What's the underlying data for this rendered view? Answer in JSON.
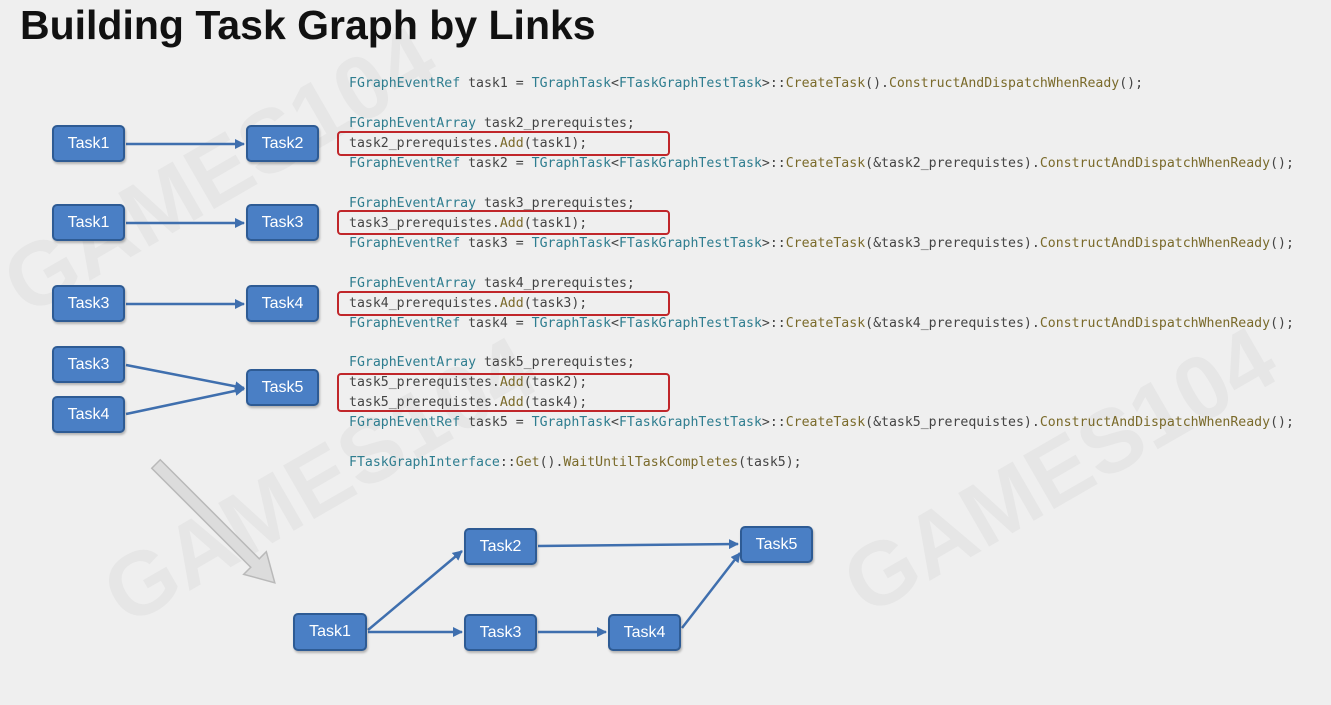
{
  "title": "Building Task Graph by Links",
  "watermark": "GAMES104",
  "code": {
    "l1": {
      "a": "FGraphEventRef",
      "b": " task1 = ",
      "c": "TGraphTask",
      "d": "<",
      "e": "FTaskGraphTestTask",
      "f": ">::",
      "g": "CreateTask",
      "h": "().",
      "i": "ConstructAndDispatchWhenReady",
      "j": "();"
    },
    "l2": {
      "a": "FGraphEventArray",
      "b": " task2_prerequistes;"
    },
    "l3": {
      "a": "task2_prerequistes.",
      "b": "Add",
      "c": "(task1);"
    },
    "l4": {
      "a": "FGraphEventRef",
      "b": " task2 = ",
      "c": "TGraphTask",
      "d": "<",
      "e": "FTaskGraphTestTask",
      "f": ">::",
      "g": "CreateTask",
      "h": "(&task2_prerequistes).",
      "i": "ConstructAndDispatchWhenReady",
      "j": "();"
    },
    "l5": {
      "a": "FGraphEventArray",
      "b": " task3_prerequistes;"
    },
    "l6": {
      "a": "task3_prerequistes.",
      "b": "Add",
      "c": "(task1);"
    },
    "l7": {
      "a": "FGraphEventRef",
      "b": " task3 = ",
      "c": "TGraphTask",
      "d": "<",
      "e": "FTaskGraphTestTask",
      "f": ">::",
      "g": "CreateTask",
      "h": "(&task3_prerequistes).",
      "i": "ConstructAndDispatchWhenReady",
      "j": "();"
    },
    "l8": {
      "a": "FGraphEventArray",
      "b": " task4_prerequistes;"
    },
    "l9": {
      "a": "task4_prerequistes.",
      "b": "Add",
      "c": "(task3);"
    },
    "l10": {
      "a": "FGraphEventRef",
      "b": " task4 = ",
      "c": "TGraphTask",
      "d": "<",
      "e": "FTaskGraphTestTask",
      "f": ">::",
      "g": "CreateTask",
      "h": "(&task4_prerequistes).",
      "i": "ConstructAndDispatchWhenReady",
      "j": "();"
    },
    "l11": {
      "a": "FGraphEventArray",
      "b": " task5_prerequistes;"
    },
    "l12": {
      "a": "task5_prerequistes.",
      "b": "Add",
      "c": "(task2);"
    },
    "l13": {
      "a": "task5_prerequistes.",
      "b": "Add",
      "c": "(task4);"
    },
    "l14": {
      "a": "FGraphEventRef",
      "b": " task5 = ",
      "c": "TGraphTask",
      "d": "<",
      "e": "FTaskGraphTestTask",
      "f": ">::",
      "g": "CreateTask",
      "h": "(&task5_prerequistes).",
      "i": "ConstructAndDispatchWhenReady",
      "j": "();"
    },
    "l15": {
      "a": "FTaskGraphInterface",
      "b": "::",
      "c": "Get",
      "d": "().",
      "e": "WaitUntilTaskCompletes",
      "f": "(task5);"
    }
  },
  "left_diagrams": {
    "row1": {
      "from": "Task1",
      "to": "Task2"
    },
    "row2": {
      "from": "Task1",
      "to": "Task3"
    },
    "row3": {
      "from": "Task3",
      "to": "Task4"
    },
    "row4": {
      "from_a": "Task3",
      "from_b": "Task4",
      "to": "Task5"
    }
  },
  "graph": {
    "task1": "Task1",
    "task2": "Task2",
    "task3": "Task3",
    "task4": "Task4",
    "task5": "Task5"
  },
  "colors": {
    "node_fill": "#4a7fc5",
    "node_border": "#2e5b94",
    "edge": "#3f6fae",
    "highlight": "#c0262a",
    "type_color": "#2e7d8f",
    "method_color": "#7a6a2a"
  }
}
